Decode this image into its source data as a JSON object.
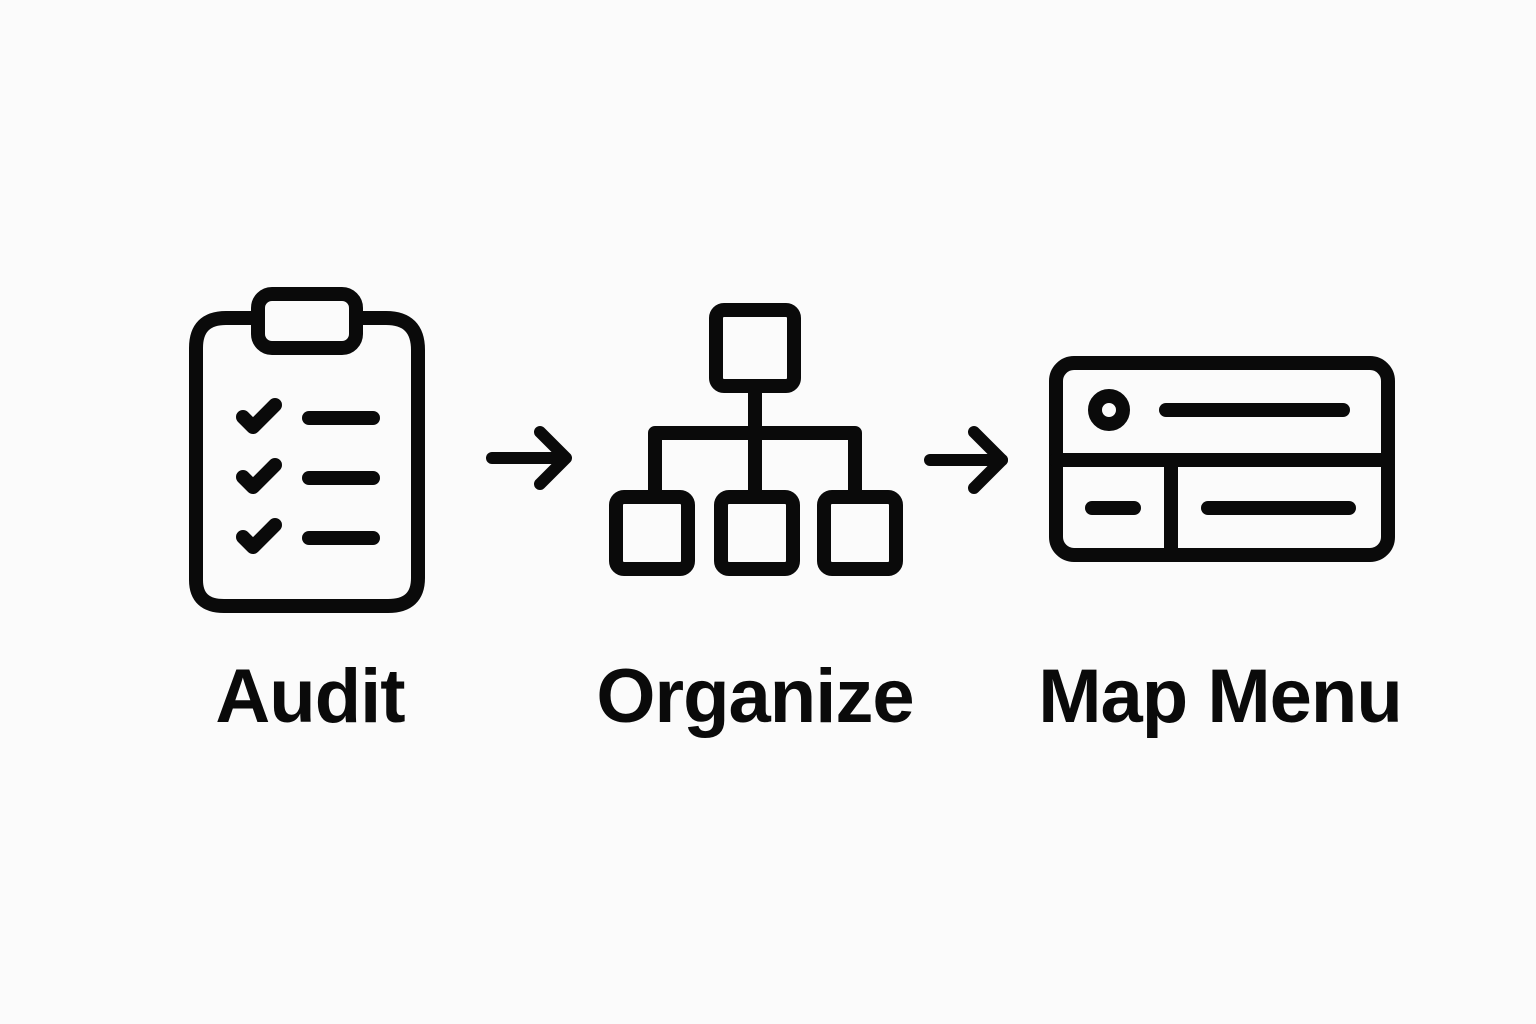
{
  "diagram": {
    "type": "process-flow",
    "colors": {
      "background": "#fbfbfb",
      "stroke": "#0a0a0a",
      "text": "#0a0a0a"
    },
    "steps": [
      {
        "label": "Audit",
        "icon": "clipboard-checklist-icon"
      },
      {
        "label": "Organize",
        "icon": "hierarchy-sitemap-icon"
      },
      {
        "label": "Map Menu",
        "icon": "menu-layout-icon"
      }
    ],
    "connectors": [
      {
        "from": "Audit",
        "to": "Organize",
        "icon": "arrow-right-icon"
      },
      {
        "from": "Organize",
        "to": "Map Menu",
        "icon": "arrow-right-icon"
      }
    ]
  }
}
